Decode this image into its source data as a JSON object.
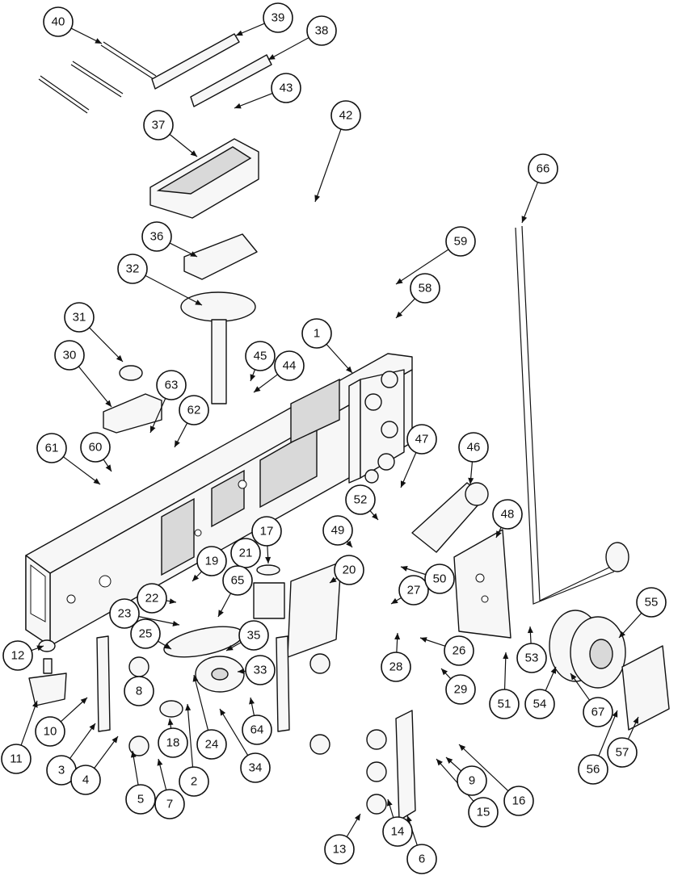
{
  "balloons": [
    "1",
    "2",
    "3",
    "4",
    "5",
    "6",
    "7",
    "8",
    "9",
    "10",
    "11",
    "12",
    "13",
    "14",
    "15",
    "16",
    "17",
    "18",
    "19",
    "20",
    "21",
    "22",
    "23",
    "24",
    "25",
    "26",
    "27",
    "28",
    "29",
    "30",
    "31",
    "32",
    "33",
    "34",
    "35",
    "36",
    "37",
    "38",
    "39",
    "40",
    "42",
    "43",
    "44",
    "45",
    "46",
    "47",
    "48",
    "49",
    "50",
    "51",
    "52",
    "53",
    "54",
    "55",
    "56",
    "57",
    "58",
    "59",
    "60",
    "61",
    "62",
    "63",
    "64",
    "65",
    "66",
    "67"
  ]
}
